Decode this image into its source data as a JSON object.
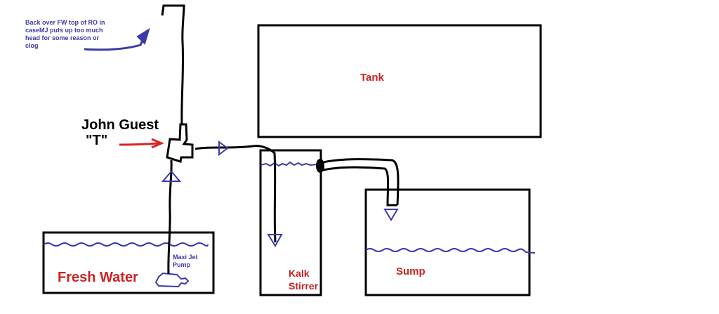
{
  "note": {
    "line1": "Back over FW top of RO in",
    "line2": "caseMJ puts up too much",
    "line3": "head for some reason or",
    "line4": "clog"
  },
  "tee_label": {
    "line1": "John Guest",
    "line2": "\"T\""
  },
  "tank_label": "Tank",
  "fresh_water_label": "Fresh Water",
  "pump_label": {
    "line1": "Maxi Jet",
    "line2": "Pump"
  },
  "kalk_label": {
    "line1": "Kalk",
    "line2": "Stirrer"
  },
  "sump_label": "Sump",
  "colors": {
    "outline": "#000000",
    "water": "#3a3aa8",
    "label_red": "#cc2222",
    "arrow_red": "#dd2222",
    "note_blue": "#3a3aa8"
  }
}
